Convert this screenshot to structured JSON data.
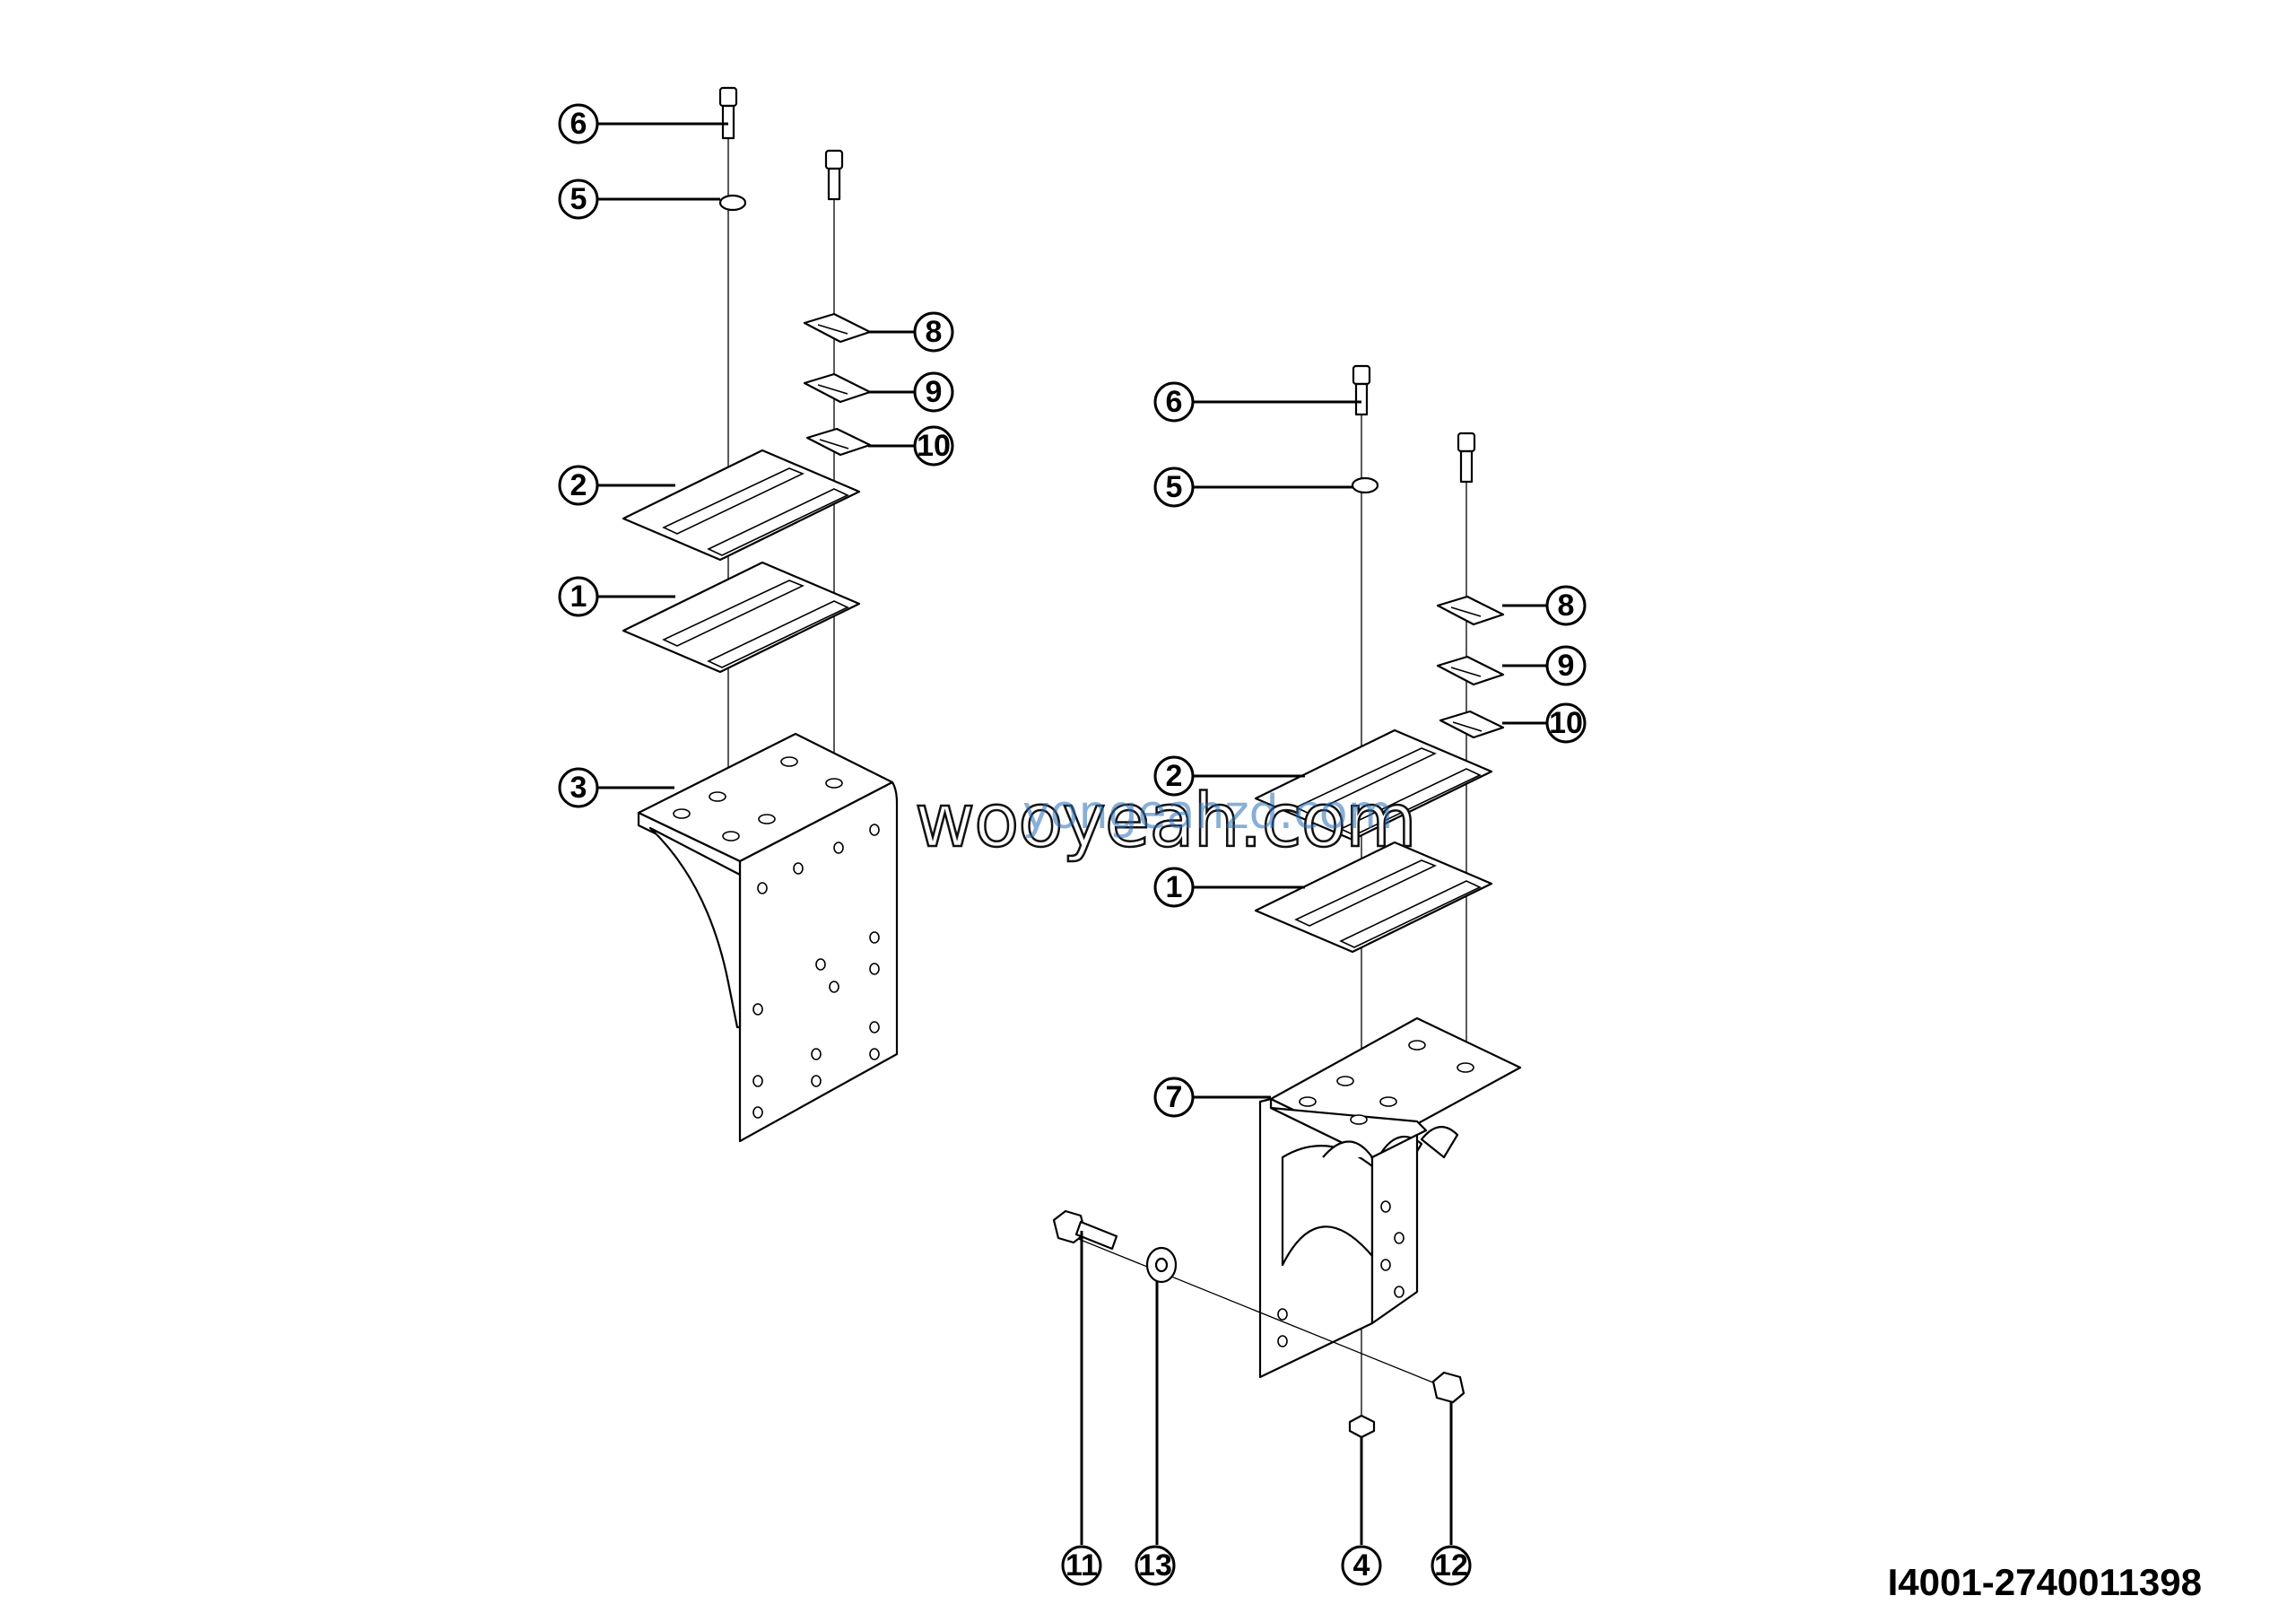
{
  "drawing_code": "I4001-2740011398",
  "watermark": {
    "main": "wooyeah.com",
    "overlay": "yongeanzd.com"
  },
  "callouts": [
    "6",
    "5",
    "8",
    "9",
    "10",
    "2",
    "1",
    "3",
    "6",
    "5",
    "8",
    "9",
    "10",
    "2",
    "1",
    "7",
    "11",
    "13",
    "4",
    "12"
  ]
}
